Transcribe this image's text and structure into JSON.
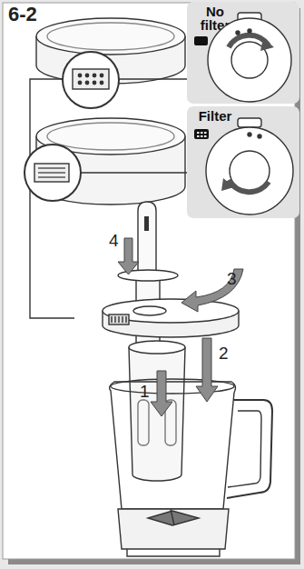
{
  "diagram": {
    "title": "6-2",
    "nodes": [
      {
        "text": [
          "No filter"
        ]
      },
      {
        "text": [
          "Filter"
        ]
      }
    ],
    "labels": [
      "4",
      "3",
      "2",
      "1"
    ]
  }
}
